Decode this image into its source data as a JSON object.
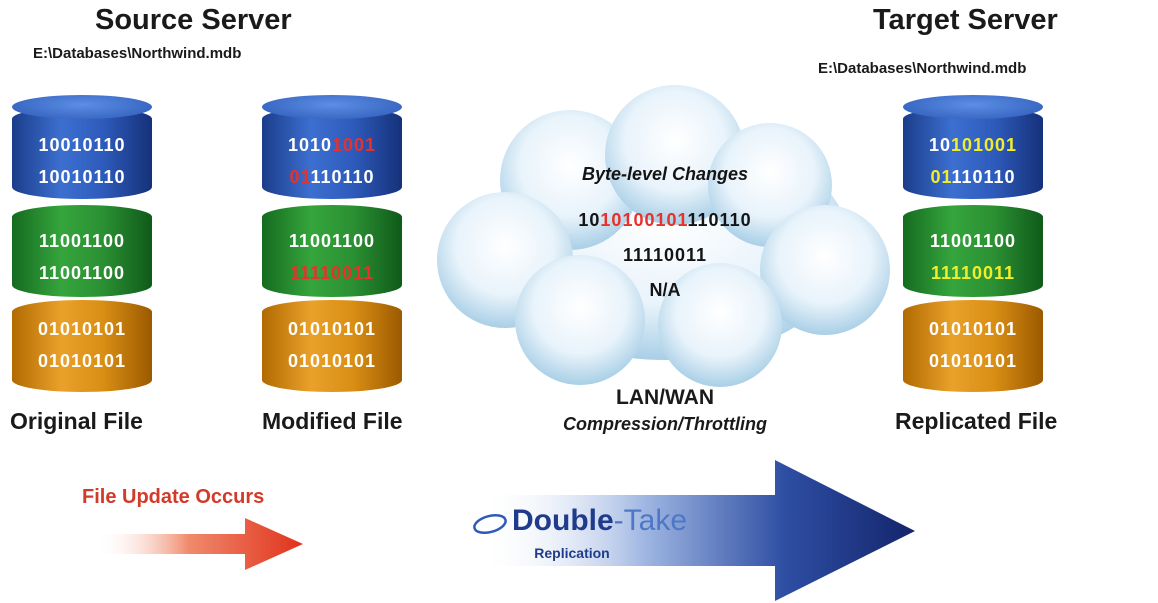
{
  "source": {
    "title": "Source Server",
    "path": "E:\\Databases\\Northwind.mdb"
  },
  "target": {
    "title": "Target Server",
    "path": "E:\\Databases\\Northwind.mdb"
  },
  "original": {
    "caption": "Original File",
    "blue": [
      "10010110",
      "10010110"
    ],
    "green": [
      "11001100",
      "11001100"
    ],
    "orange": [
      "01010101",
      "01010101"
    ]
  },
  "modified": {
    "caption": "Modified File",
    "blue1": {
      "a": "1010",
      "b": "1001"
    },
    "blue2": {
      "a": "01",
      "b": "110110"
    },
    "green1": "11001100",
    "green2": "11110011",
    "orange": [
      "01010101",
      "01010101"
    ]
  },
  "replicated": {
    "caption": "Replicated File",
    "blue1": {
      "a": "10",
      "b": "101001"
    },
    "blue2": {
      "a": "01",
      "b": "110110"
    },
    "green1": "11001100",
    "green2": "11110011",
    "orange": [
      "01010101",
      "01010101"
    ]
  },
  "cloud": {
    "heading": "Byte-level Changes",
    "line1": {
      "a": "10",
      "b": "10100101",
      "c": "110110"
    },
    "line2": "11110011",
    "line3": "N/A"
  },
  "network": {
    "label": "LAN/WAN",
    "sub": "Compression/Throttling"
  },
  "update_label": "File Update Occurs",
  "brand": {
    "name_bold": "Double",
    "name_light": "-Take",
    "sub": "Replication"
  },
  "colors": {
    "blue": "#2e5bbb",
    "green": "#2b9033",
    "orange": "#d98e14",
    "red_text": "#e8312a",
    "yellow_text": "#f0ee2a",
    "arrow_navy": "#14256b"
  }
}
